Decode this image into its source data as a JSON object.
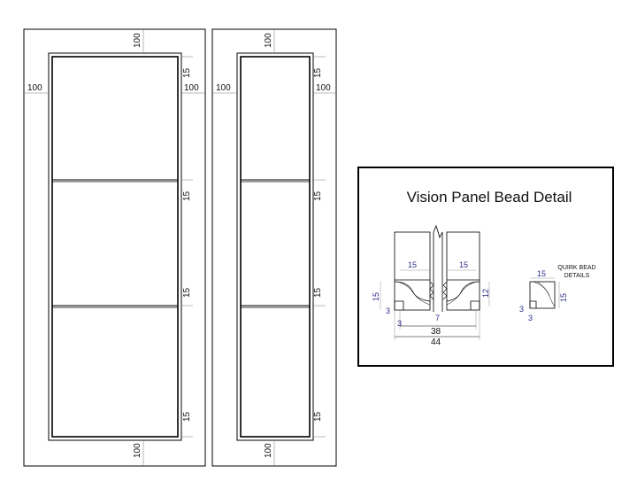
{
  "elevations": {
    "left": {
      "dim_top": "100",
      "dim_bottom": "100",
      "dim_left": "100",
      "dim_right": "100",
      "bead_upper_right": "15",
      "bead_mid_upper": "15",
      "bead_mid_lower": "15",
      "bead_lower_right": "15"
    },
    "right": {
      "dim_top": "100",
      "dim_bottom": "100",
      "dim_left": "100",
      "dim_right": "100",
      "bead_upper_right": "15",
      "bead_mid_upper": "15",
      "bead_mid_lower": "15",
      "bead_lower_right": "15"
    }
  },
  "detail": {
    "title": "Vision Panel Bead Detail",
    "dims": {
      "bead_left_top": "15",
      "bead_right_top": "15",
      "left_height": "15",
      "right_height": "12",
      "left_step": "3",
      "gap": "7",
      "inner_width": "38",
      "overall_width": "44"
    },
    "quirk": {
      "label_line1": "QUIRK BEAD",
      "label_line2": "DETAILS",
      "width": "15",
      "height": "15",
      "step_a": "3",
      "step_b": "3"
    }
  },
  "colors": {
    "line": "#000000",
    "dim_text": "#111111",
    "detail_dim_text": "#2b2b8a"
  }
}
